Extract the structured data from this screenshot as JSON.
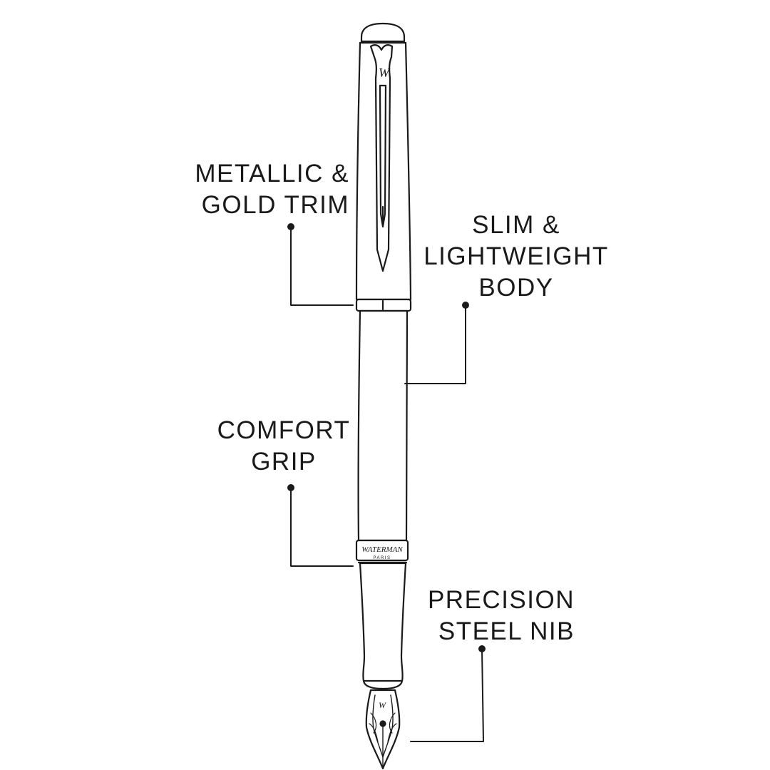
{
  "colors": {
    "ink": "#1a1a1a",
    "background": "#ffffff"
  },
  "callouts": [
    {
      "id": "trim",
      "lines": [
        "METALLIC &",
        "GOLD TRIM"
      ]
    },
    {
      "id": "body",
      "lines": [
        "SLIM &",
        "LIGHTWEIGHT",
        "BODY"
      ]
    },
    {
      "id": "grip",
      "lines": [
        "COMFORT",
        "GRIP"
      ]
    },
    {
      "id": "nib",
      "lines": [
        "PRECISION",
        "STEEL NIB"
      ]
    }
  ],
  "pen": {
    "ring_brand": "WATERMAN",
    "ring_city": "PARIS",
    "logo": "W"
  }
}
